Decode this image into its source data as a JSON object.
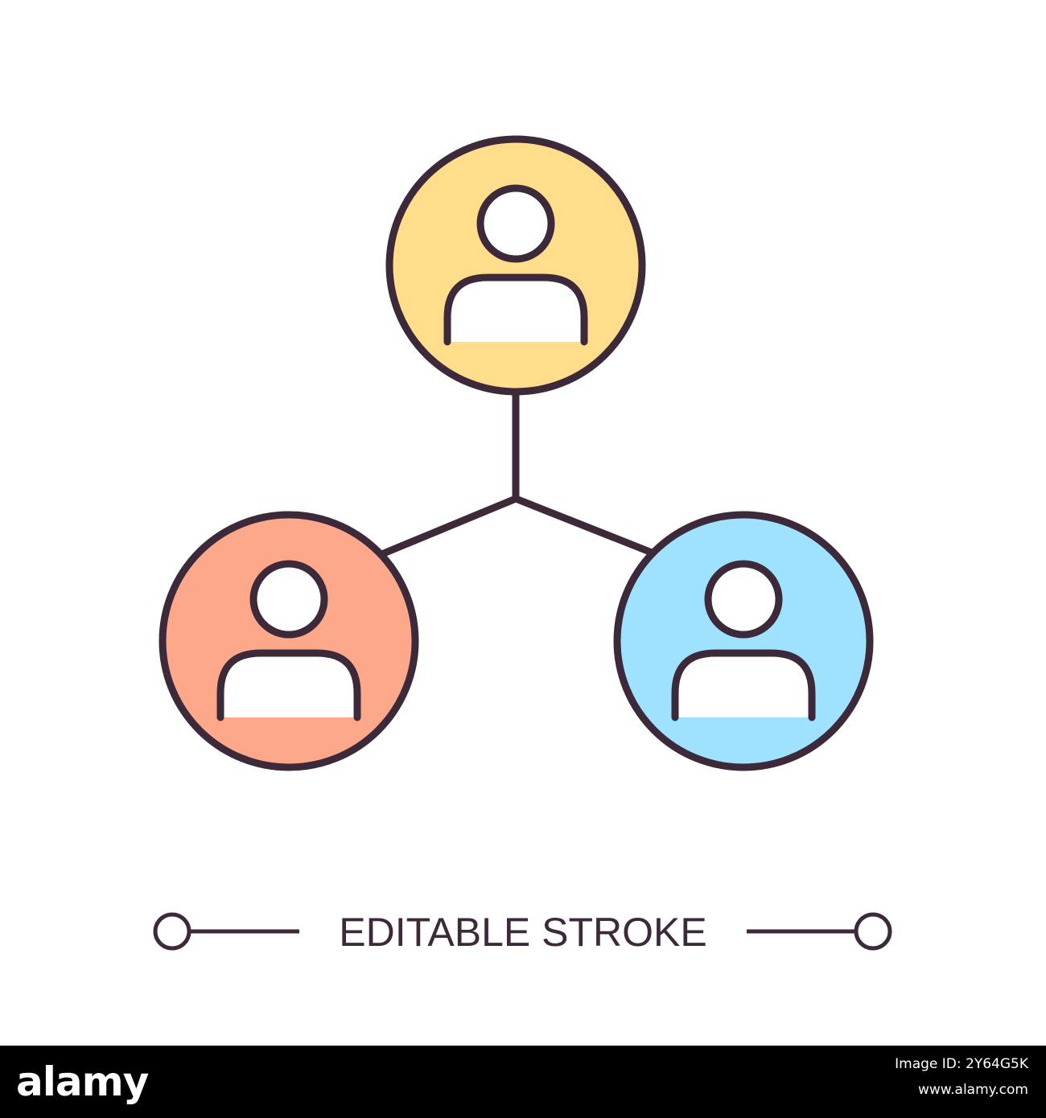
{
  "caption": "EDITABLE STROKE",
  "nodes": [
    {
      "id": "top",
      "fill": "#ffdd8a"
    },
    {
      "id": "left",
      "fill": "#fda88a"
    },
    {
      "id": "right",
      "fill": "#9ee2ff"
    }
  ],
  "colors": {
    "stroke": "#3c2a3b",
    "background": "#ffffff",
    "footer_background": "#000000",
    "footer_text": "#ffffff"
  },
  "icons": [
    "user-icon",
    "user-icon",
    "user-icon",
    "slider-handle-icon"
  ],
  "watermark": {
    "logo": "alamy",
    "image_id": "Image ID: 2Y64G5K",
    "site": "www.alamy.com"
  }
}
